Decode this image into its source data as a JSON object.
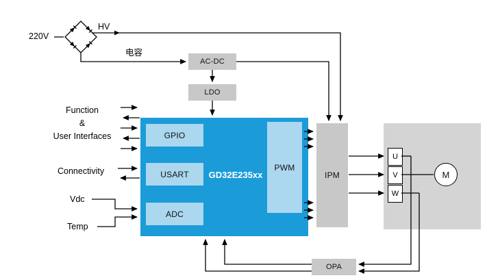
{
  "labels": {
    "mains": "220V",
    "hv": "HV",
    "capacitor": "电容",
    "function1": "Function",
    "function2": "&",
    "function3": "User Interfaces",
    "connectivity": "Connectivity",
    "vdc": "Vdc",
    "temp": "Temp"
  },
  "blocks": {
    "acdc": "AC-DC",
    "ldo": "LDO",
    "mcu": "GD32E235xx",
    "gpio": "GPIO",
    "usart": "USART",
    "adc": "ADC",
    "pwm": "PWM",
    "ipm": "IPM",
    "opa": "OPA",
    "motor": "M",
    "phases": [
      "U",
      "V",
      "W"
    ]
  },
  "colors": {
    "mcu_blue": "#1b9cd9",
    "module_light_blue": "#abd7ef",
    "block_gray": "#c8c8c8",
    "motor_gray": "#d4d4d4",
    "wire_black": "#000000"
  }
}
